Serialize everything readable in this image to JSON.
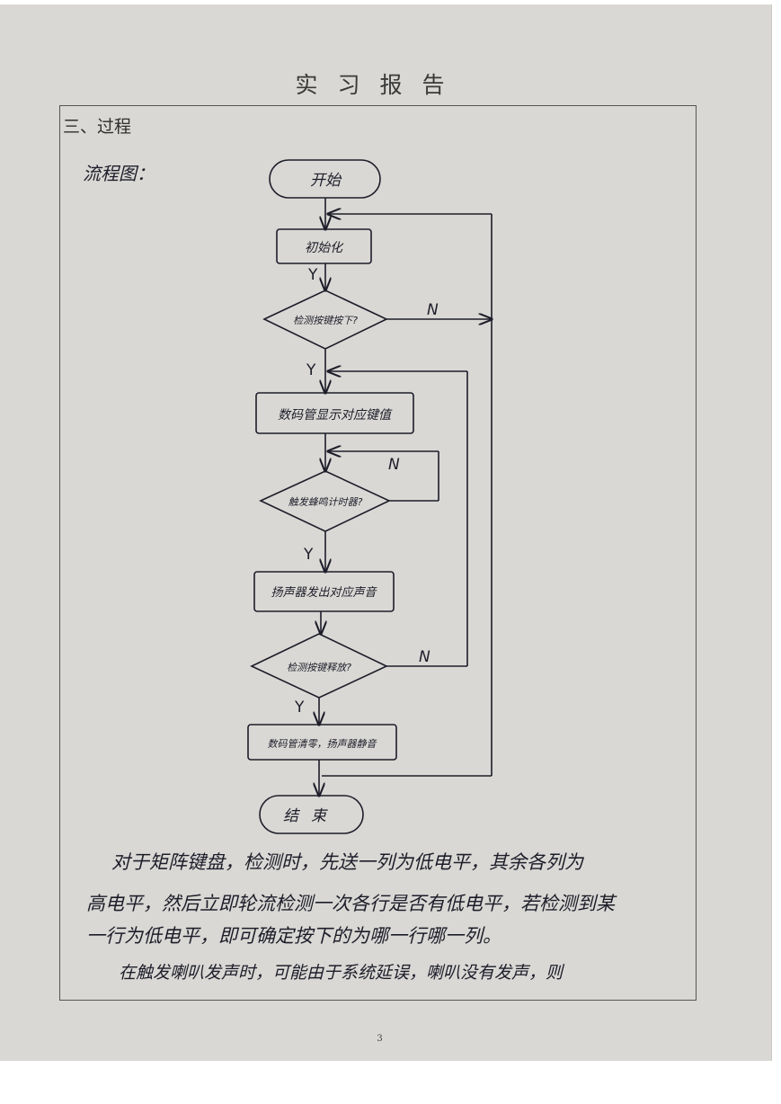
{
  "page": {
    "header_title": "实习报告",
    "section_heading": "三、过程",
    "flowchart_label": "流程图：",
    "page_number": "3"
  },
  "flowchart": {
    "start": "开始",
    "init": "初始化",
    "check_key_pressed": "检测按键按下?",
    "display_key_value": "数码管显示对应键值",
    "trigger_timer": "触发蜂鸣计时器?",
    "speaker_sound": "扬声器发出对应声音",
    "check_key_released": "检测按键释放?",
    "clear_display": "数码管清零，扬声器静音",
    "end": "结束",
    "yes_label": "Y",
    "no_label": "N"
  },
  "paragraphs": [
    "对于矩阵键盘，检测时，先送一列为低电平，其余各列为",
    "高电平，然后立即轮流检测一次各行是否有低电平，若检测到某",
    "一行为低电平，即可确定按下的为哪一行哪一列。",
    "在触发喇叭发声时，可能由于系统延误，喇叭没有发声，则"
  ],
  "colors": {
    "paper": "#d9d8d4",
    "ink": "#1d1d2a",
    "frame": "#555555"
  }
}
